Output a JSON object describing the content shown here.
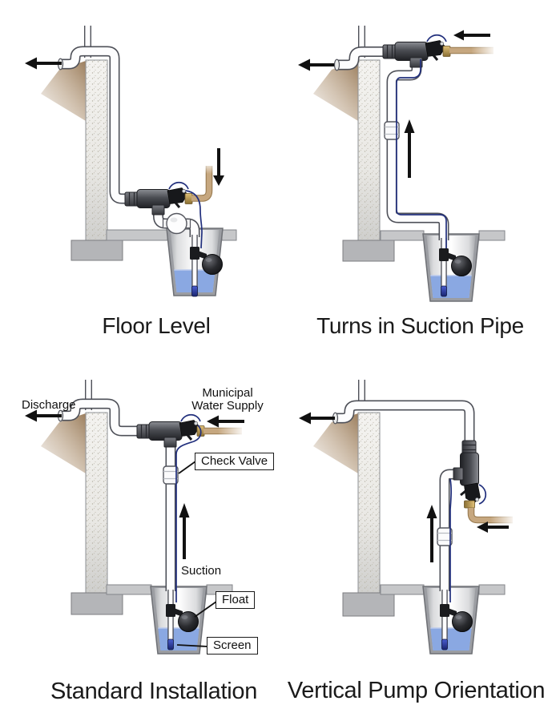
{
  "colors": {
    "water": "#8aa8e2",
    "pipe_outline": "#4e5058",
    "pipe_white": "#fdfdfe",
    "pump_dark": "#26272b",
    "valve_black": "#17181b",
    "brass_fitting": "#caa75f",
    "supply_pipe_tan": "#c6a77f",
    "sensor_tube_blue": "#22307d",
    "screen_blue": "#2a3fae",
    "float_black": "#141518",
    "concrete_wall": "#efeeea",
    "footing_gray": "#b4b5b8",
    "slab_gray": "#c6c7c9",
    "soil_brown": "#9c7f5e",
    "arrow_black": "#111111",
    "title_text": "#1a1a1a"
  },
  "panels": [
    {
      "id": "floor-level",
      "title": "Floor Level",
      "icons": [
        "discharge-left-arrow",
        "supply-down-arrow"
      ]
    },
    {
      "id": "turns-in-suction-pipe",
      "title": "Turns in Suction Pipe",
      "icons": [
        "discharge-left-arrow",
        "supply-left-arrow",
        "suction-up-arrow"
      ]
    },
    {
      "id": "standard-installation",
      "title": "Standard Installation",
      "labels": {
        "discharge": "Discharge",
        "municipal_supply": "Municipal\nWater Supply",
        "check_valve": "Check Valve",
        "suction": "Suction",
        "float": "Float",
        "screen": "Screen"
      },
      "icons": [
        "discharge-left-arrow",
        "supply-left-arrow",
        "suction-up-arrow"
      ]
    },
    {
      "id": "vertical-pump-orientation",
      "title": "Vertical Pump Orientation",
      "icons": [
        "discharge-left-arrow",
        "supply-left-arrow",
        "suction-up-arrow"
      ]
    }
  ]
}
